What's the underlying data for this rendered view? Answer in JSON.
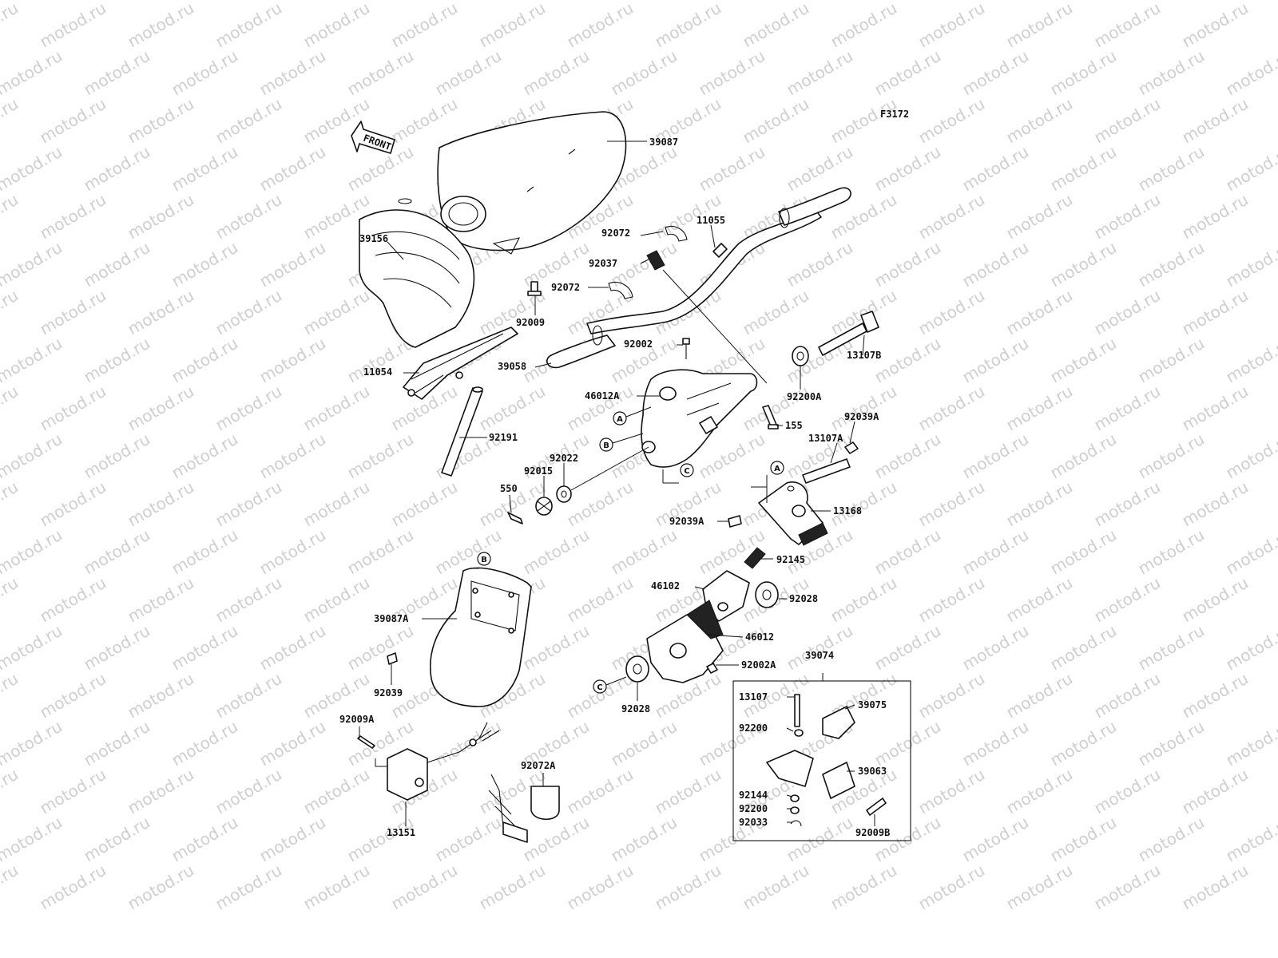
{
  "diagram": {
    "figure_code": "F3172",
    "front_marker": "FRONT",
    "watermark_text": "motod.ru",
    "part_labels": [
      {
        "id": "39087",
        "text": "39087"
      },
      {
        "id": "39156",
        "text": "39156"
      },
      {
        "id": "92009",
        "text": "92009"
      },
      {
        "id": "11054",
        "text": "11054"
      },
      {
        "id": "92191",
        "text": "92191"
      },
      {
        "id": "92072-upper",
        "text": "92072"
      },
      {
        "id": "92072-lower",
        "text": "92072"
      },
      {
        "id": "92037",
        "text": "92037"
      },
      {
        "id": "11055",
        "text": "11055"
      },
      {
        "id": "39058",
        "text": "39058"
      },
      {
        "id": "92002",
        "text": "92002"
      },
      {
        "id": "13107B",
        "text": "13107B"
      },
      {
        "id": "92200A",
        "text": "92200A"
      },
      {
        "id": "46012A",
        "text": "46012A"
      },
      {
        "id": "155",
        "text": "155"
      },
      {
        "id": "92039A-upper",
        "text": "92039A"
      },
      {
        "id": "13107A",
        "text": "13107A"
      },
      {
        "id": "92022",
        "text": "92022"
      },
      {
        "id": "92015",
        "text": "92015"
      },
      {
        "id": "550",
        "text": "550"
      },
      {
        "id": "13168",
        "text": "13168"
      },
      {
        "id": "92039A-lower",
        "text": "92039A"
      },
      {
        "id": "92145",
        "text": "92145"
      },
      {
        "id": "46102",
        "text": "46102"
      },
      {
        "id": "92028-upper",
        "text": "92028"
      },
      {
        "id": "46012",
        "text": "46012"
      },
      {
        "id": "92002A",
        "text": "92002A"
      },
      {
        "id": "92028-lower",
        "text": "92028"
      },
      {
        "id": "39087A",
        "text": "39087A"
      },
      {
        "id": "92039",
        "text": "92039"
      },
      {
        "id": "39074",
        "text": "39074"
      },
      {
        "id": "13107",
        "text": "13107"
      },
      {
        "id": "39075",
        "text": "39075"
      },
      {
        "id": "92200-upper",
        "text": "92200"
      },
      {
        "id": "39063",
        "text": "39063"
      },
      {
        "id": "92144",
        "text": "92144"
      },
      {
        "id": "92200-lower",
        "text": "92200"
      },
      {
        "id": "92033",
        "text": "92033"
      },
      {
        "id": "92009B",
        "text": "92009B"
      },
      {
        "id": "92009A",
        "text": "92009A"
      },
      {
        "id": "92072A",
        "text": "92072A"
      },
      {
        "id": "13151",
        "text": "13151"
      }
    ],
    "callouts": [
      {
        "id": "A-upper",
        "text": "A"
      },
      {
        "id": "B-upper",
        "text": "B"
      },
      {
        "id": "C-upper",
        "text": "C"
      },
      {
        "id": "A-lower",
        "text": "A"
      },
      {
        "id": "B-lower",
        "text": "B"
      },
      {
        "id": "C-lower",
        "text": "C"
      }
    ]
  }
}
